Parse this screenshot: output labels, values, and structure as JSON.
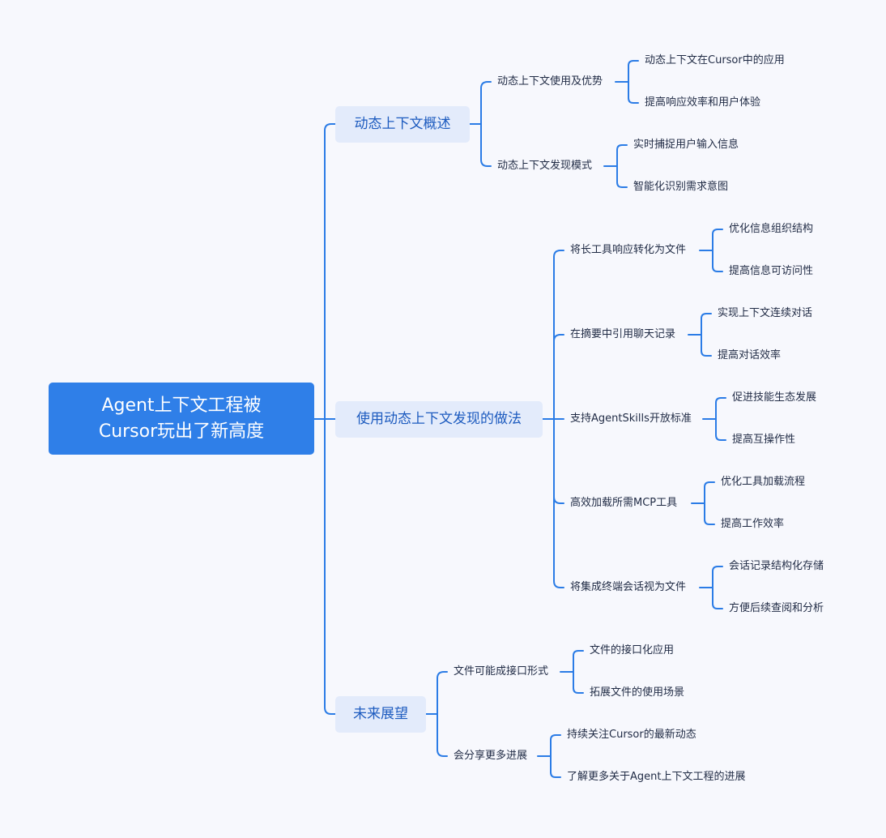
{
  "root": {
    "line1": "Agent上下文工程被",
    "line2": "Cursor玩出了新高度"
  },
  "branches": [
    {
      "label": "动态上下文概述",
      "children": [
        {
          "label": "动态上下文使用及优势",
          "leaves": [
            "动态上下文在Cursor中的应用",
            "提高响应效率和用户体验"
          ]
        },
        {
          "label": "动态上下文发现模式",
          "leaves": [
            "实时捕捉用户输入信息",
            "智能化识别需求意图"
          ]
        }
      ]
    },
    {
      "label": "使用动态上下文发现的做法",
      "children": [
        {
          "label": "将长工具响应转化为文件",
          "leaves": [
            "优化信息组织结构",
            "提高信息可访问性"
          ]
        },
        {
          "label": "在摘要中引用聊天记录",
          "leaves": [
            "实现上下文连续对话",
            "提高对话效率"
          ]
        },
        {
          "label": "支持AgentSkills开放标准",
          "leaves": [
            "促进技能生态发展",
            "提高互操作性"
          ]
        },
        {
          "label": "高效加载所需MCP工具",
          "leaves": [
            "优化工具加载流程",
            "提高工作效率"
          ]
        },
        {
          "label": "将集成终端会话视为文件",
          "leaves": [
            "会话记录结构化存储",
            "方便后续查阅和分析"
          ]
        }
      ]
    },
    {
      "label": "未来展望",
      "children": [
        {
          "label": "文件可能成接口形式",
          "leaves": [
            "文件的接口化应用",
            "拓展文件的使用场景"
          ]
        },
        {
          "label": "会分享更多进展",
          "leaves": [
            "持续关注Cursor的最新动态",
            "了解更多关于Agent上下文工程的进展"
          ]
        }
      ]
    }
  ],
  "colors": {
    "line": "#2b7ce6",
    "root_bg": "#2f7fe8",
    "branch_bg": "#e3ebfb",
    "branch_text": "#1d5bbf",
    "background": "#f7f8fd"
  }
}
